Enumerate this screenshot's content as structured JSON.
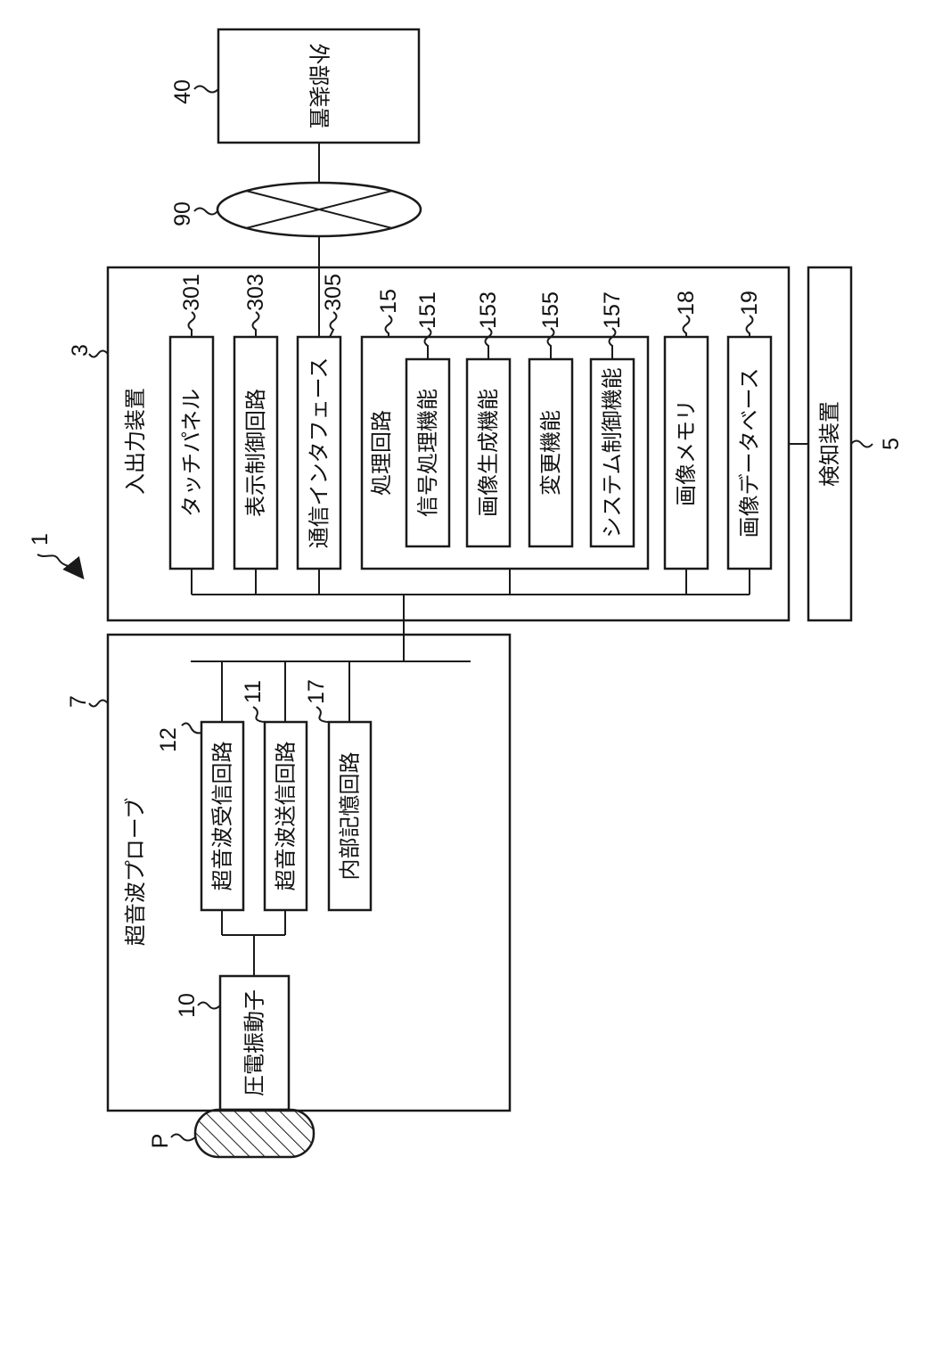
{
  "diagram": {
    "system_ref": "1",
    "io_device": {
      "ref": "3",
      "label": "入出力装置"
    },
    "touch_panel": {
      "ref": "301",
      "label": "タッチパネル"
    },
    "display_ctrl": {
      "ref": "303",
      "label": "表示制御回路"
    },
    "comm_if": {
      "ref": "305",
      "label": "通信インタフェース"
    },
    "processing": {
      "ref": "15",
      "label": "処理回路"
    },
    "signal_proc": {
      "ref": "151",
      "label": "信号処理機能"
    },
    "image_gen": {
      "ref": "153",
      "label": "画像生成機能"
    },
    "change_fn": {
      "ref": "155",
      "label": "変更機能"
    },
    "system_ctrl": {
      "ref": "157",
      "label": "システム制御機能"
    },
    "image_memory": {
      "ref": "18",
      "label": "画像メモリ"
    },
    "image_db": {
      "ref": "19",
      "label": "画像データベース"
    },
    "detector": {
      "ref": "5",
      "label": "検知装置"
    },
    "network": {
      "ref": "90"
    },
    "external": {
      "ref": "40",
      "label": "外部装置"
    },
    "probe": {
      "ref": "7",
      "label": "超音波プローブ"
    },
    "us_rx": {
      "ref": "12",
      "label": "超音波受信回路"
    },
    "us_tx": {
      "ref": "11",
      "label": "超音波送信回路"
    },
    "int_mem": {
      "ref": "17",
      "label": "内部記憶回路"
    },
    "piezo": {
      "ref": "10",
      "label": "圧電振動子"
    },
    "subject": {
      "ref": "P"
    }
  }
}
